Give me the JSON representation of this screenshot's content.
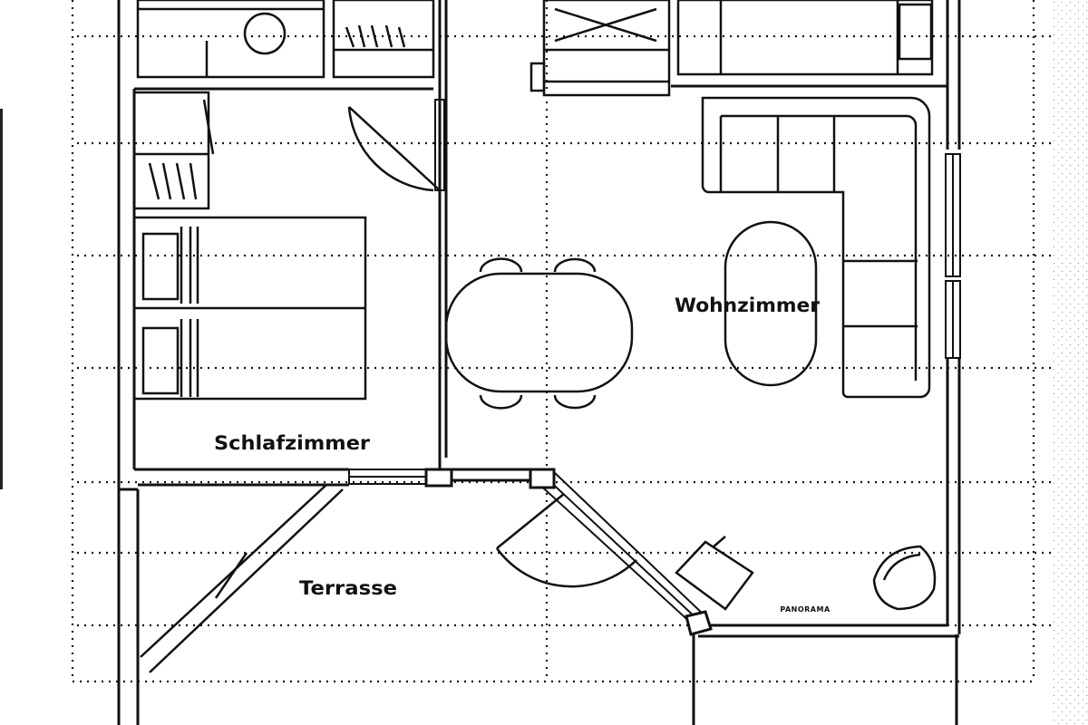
{
  "floor_plan": {
    "rooms": {
      "schlafzimmer": "Schlafzimmer",
      "wohnzimmer": "Wohnzimmer",
      "terrasse": "Terrasse"
    },
    "annotation": "PANORAMA"
  }
}
